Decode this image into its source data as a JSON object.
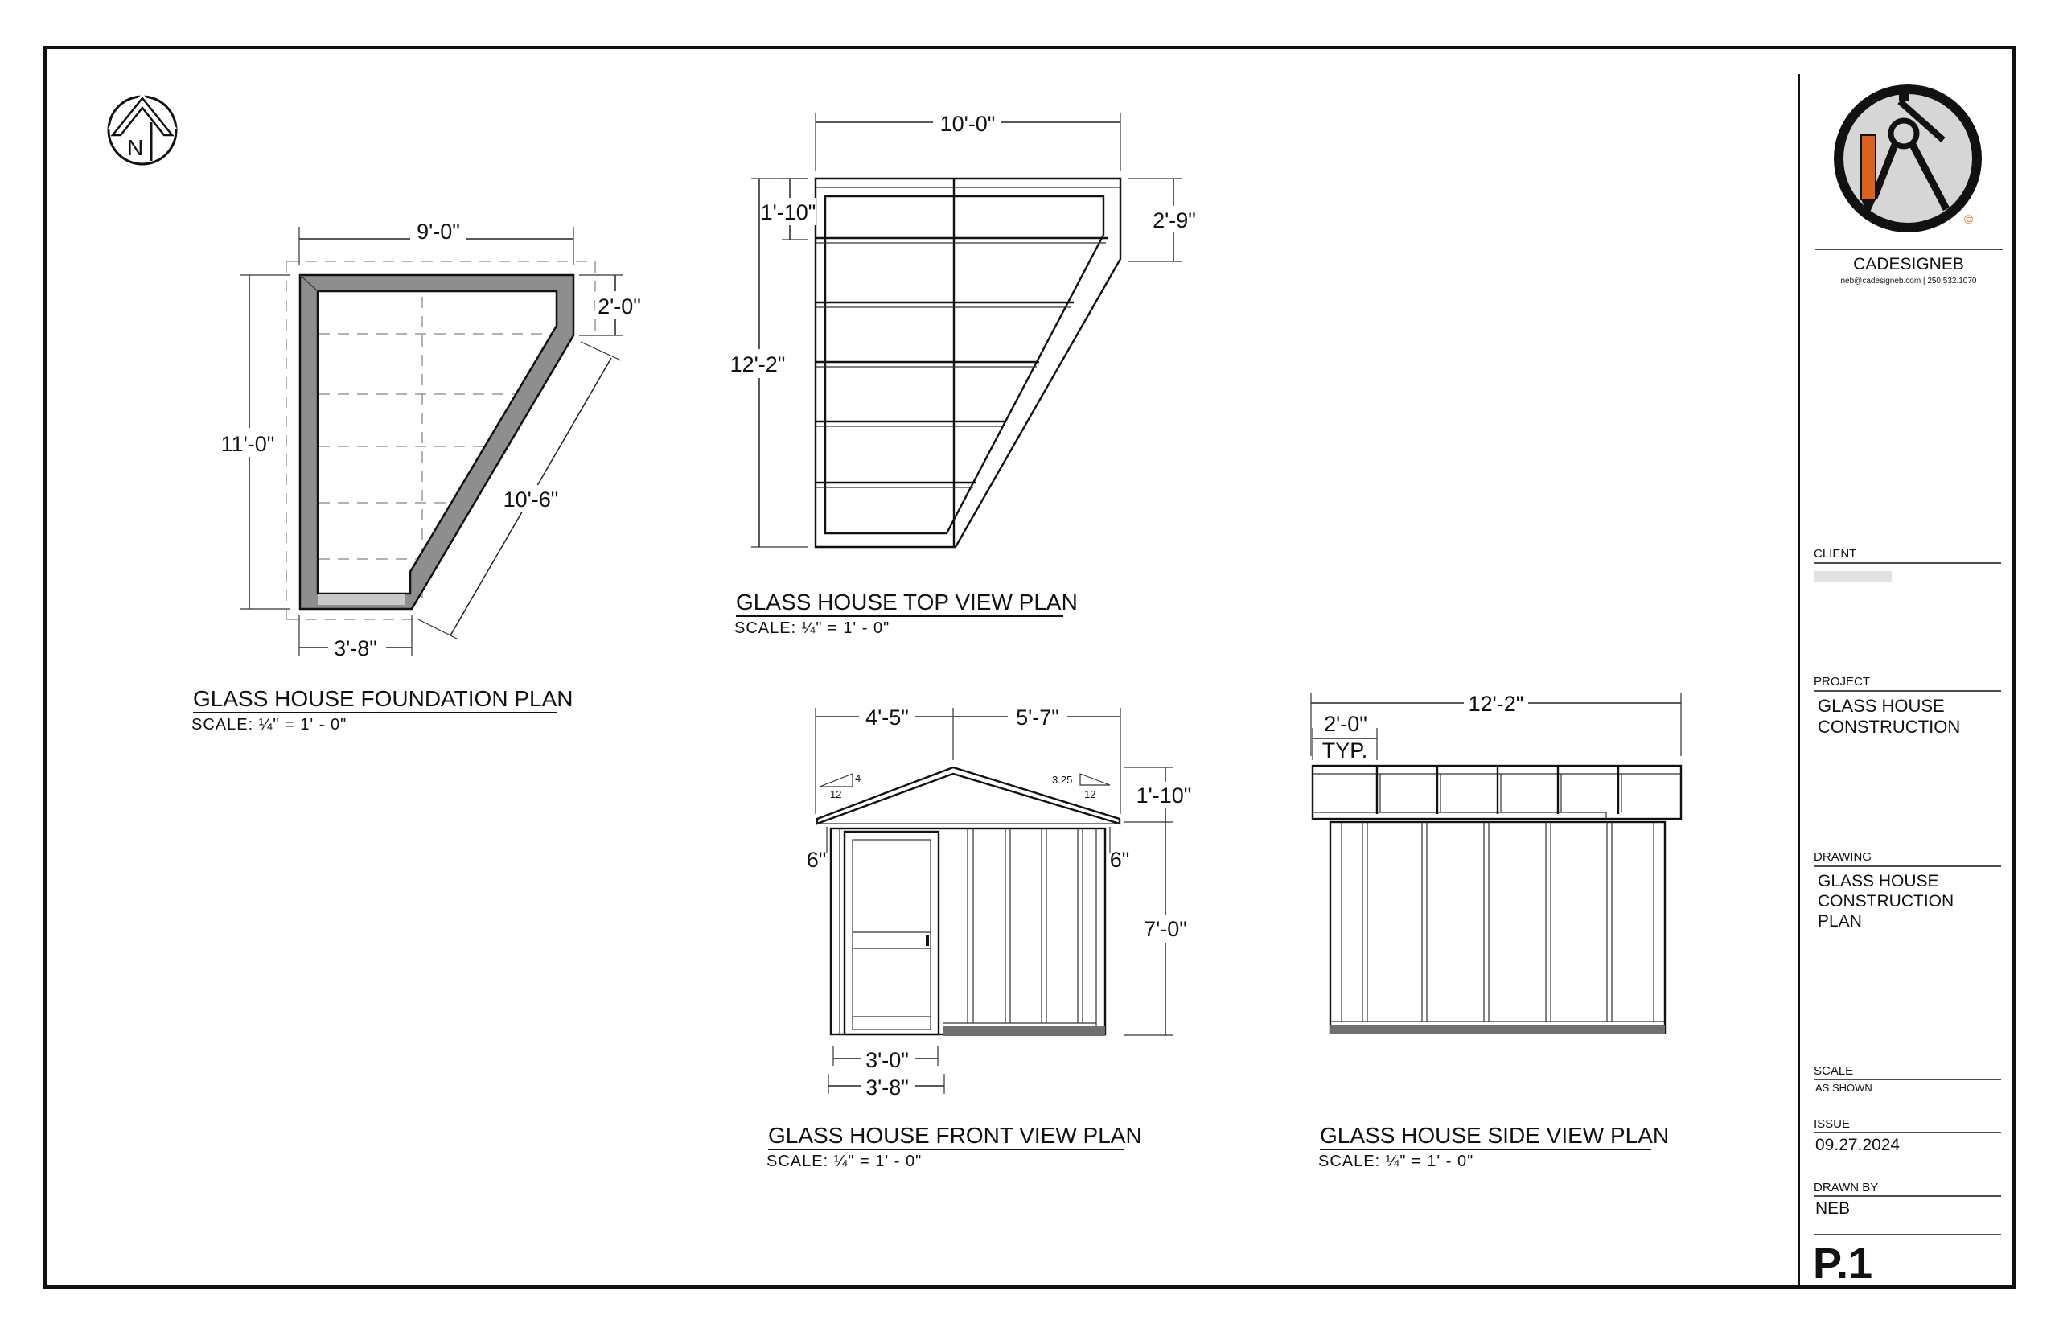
{
  "titleblock": {
    "company": "CADESIGNEB",
    "contact": "neb@cadesigneb.com | 250.532.1070",
    "client_label": "CLIENT",
    "project_label": "PROJECT",
    "project_line1": "GLASS HOUSE",
    "project_line2": "CONSTRUCTION",
    "drawing_label": "DRAWING",
    "drawing_line1": "GLASS HOUSE",
    "drawing_line2": "CONSTRUCTION",
    "drawing_line3": "PLAN",
    "scale_label": "SCALE",
    "scale_value": "AS SHOWN",
    "issue_label": "ISSUE",
    "issue_value": "09.27.2024",
    "drawn_label": "DRAWN BY",
    "drawn_value": "NEB",
    "sheet_number": "P.1",
    "logo_mark": "©"
  },
  "north_arrow": {
    "letter": "N"
  },
  "foundation": {
    "title": "GLASS HOUSE FOUNDATION PLAN",
    "scale": "SCALE: ¼\" = 1' - 0\"",
    "dims": {
      "top": "9'-0\"",
      "left": "11'-0\"",
      "right_top": "2'-0\"",
      "diagonal": "10'-6\"",
      "bottom": "3'-8\""
    }
  },
  "top_view": {
    "title": "GLASS HOUSE TOP VIEW PLAN",
    "scale": "SCALE: ¼\" = 1' - 0\"",
    "dims": {
      "top": "10'-0\"",
      "left_top": "1'-10\"",
      "left": "12'-2\"",
      "right_top": "2'-9\""
    }
  },
  "front_view": {
    "title": "GLASS HOUSE FRONT VIEW PLAN",
    "scale": "SCALE: ¼\" = 1' - 0\"",
    "dims": {
      "top_left": "4'-5\"",
      "top_right": "5'-7\"",
      "roof_h": "1'-10\"",
      "wall_h": "7'-0\"",
      "overhang_left": "6\"",
      "overhang_right": "6\"",
      "door": "3'-0\"",
      "door_opening": "3'-8\""
    },
    "pitch_left": {
      "rise": "4",
      "run": "12"
    },
    "pitch_right": {
      "rise": "3.25",
      "run": "12"
    }
  },
  "side_view": {
    "title": "GLASS HOUSE SIDE VIEW PLAN",
    "scale": "SCALE: ¼\" = 1' - 0\"",
    "dims": {
      "top": "12'-2\"",
      "spacing": "2'-0\"",
      "spacing_note": "TYP."
    }
  },
  "colors": {
    "foundation_fill": "#8e8e8e",
    "logo_bg": "#d6d6d6",
    "pencil": "#d9631e",
    "ink": "#111111"
  }
}
